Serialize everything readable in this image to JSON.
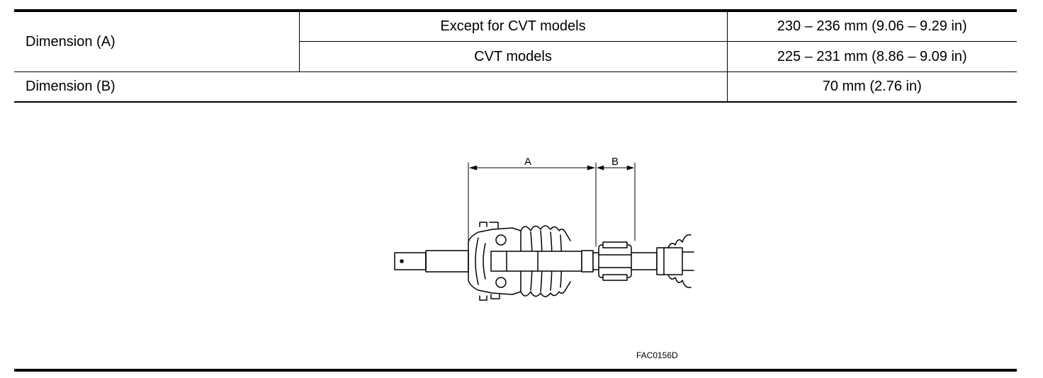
{
  "spec_table": {
    "dimension_a_label": "Dimension (A)",
    "dimension_a_rows": [
      {
        "condition": "Except for CVT models",
        "value": "230 – 236 mm (9.06 – 9.29 in)"
      },
      {
        "condition": "CVT models",
        "value": "225 – 231 mm (8.86 – 9.09 in)"
      }
    ],
    "dimension_b_label": "Dimension (B)",
    "dimension_b_value": "70 mm (2.76 in)"
  },
  "figure": {
    "label_a": "A",
    "label_b": "B",
    "code": "FAC0156D"
  }
}
